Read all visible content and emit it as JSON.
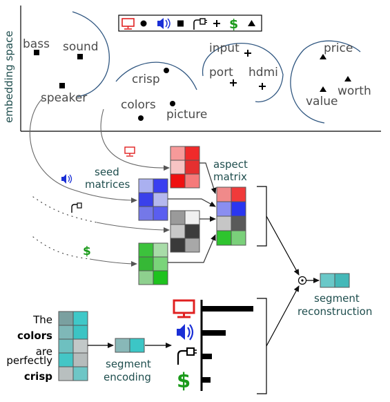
{
  "axis": {
    "ylabel": "embedding space"
  },
  "legend": {
    "items": [
      {
        "icon": "monitor-icon",
        "marker": "●",
        "color": "#e02020"
      },
      {
        "icon": "speaker-icon",
        "marker": "■",
        "color": "#1a2fd6"
      },
      {
        "icon": "hdmi-plug-icon",
        "marker": "+",
        "color": "#000000"
      },
      {
        "icon": "dollar-icon",
        "marker": "▲",
        "color": "#1a9a1a"
      }
    ]
  },
  "clusters": {
    "sound": {
      "words": [
        "bass",
        "sound",
        "speaker"
      ],
      "marker": "square"
    },
    "picture": {
      "words": [
        "crisp",
        "colors",
        "picture"
      ],
      "marker": "circle"
    },
    "connectivity": {
      "words": [
        "input",
        "port",
        "hdmi"
      ],
      "marker": "plus"
    },
    "price": {
      "words": [
        "price",
        "worth",
        "value"
      ],
      "marker": "triangle"
    }
  },
  "labels": {
    "seed_matrices": [
      "seed",
      "matrices"
    ],
    "aspect_matrix": [
      "aspect",
      "matrix"
    ],
    "segment_reconstruction": [
      "segment",
      "reconstruction"
    ],
    "segment_encoding": [
      "segment",
      "encoding"
    ],
    "dot_operator": "⊙"
  },
  "sentence": [
    {
      "text": "The",
      "bold": false
    },
    {
      "text": "colors",
      "bold": true
    },
    {
      "text": "are",
      "bold": false
    },
    {
      "text": "perfectly",
      "bold": false
    },
    {
      "text": "crisp",
      "bold": true
    }
  ],
  "colors": {
    "red": "#e02020",
    "blue": "#1a2fd6",
    "green": "#1a9a1a",
    "curve": "#2f5680",
    "teal_text": "#1e4d4d"
  },
  "seed_matrices": {
    "picture": [
      "#f79a9a",
      "#f02a2a",
      "#f7c4c4",
      "#e53030",
      "#ef1010",
      "#f57a7a"
    ],
    "sound": [
      "#aab0f0",
      "#3a3ff0",
      "#3a40ea",
      "#b5b8ee",
      "#7478e8",
      "#5a5ef0"
    ],
    "connectivity": [
      "#9a9a9a",
      "#f0f0f0",
      "#c8c8c8",
      "#3c3c3c",
      "#3a3a3a",
      "#a8a8a8"
    ],
    "price": [
      "#3cc23c",
      "#a8dca8",
      "#36b836",
      "#7ad47a",
      "#8ed08e",
      "#1ec21e"
    ]
  },
  "aspect_matrix": [
    "#f08a8a",
    "#f03a3a",
    "#8a8ef0",
    "#2a36f0",
    "#c6c6c6",
    "#5a5a5a",
    "#2ec42e",
    "#7ad07a"
  ],
  "sentence_matrix": [
    "#7aa0a0",
    "#3fc8c8",
    "#7fb8b8",
    "#3cc4c4",
    "#6ec0c0",
    "#c2c8c8",
    "#44c6c6",
    "#b6bcbc",
    "#b8bfbf",
    "#6ec6c6"
  ],
  "segment_encoding_vector": [
    "#88b8b8",
    "#3cc6c6"
  ],
  "segment_reconstruction_vector": [
    "#6ac8c8",
    "#44b8b8"
  ],
  "aspect_weights": [
    {
      "aspect": "picture",
      "weight": 1.0
    },
    {
      "aspect": "sound",
      "weight": 0.46
    },
    {
      "aspect": "connectivity",
      "weight": 0.2
    },
    {
      "aspect": "price",
      "weight": 0.17
    }
  ]
}
